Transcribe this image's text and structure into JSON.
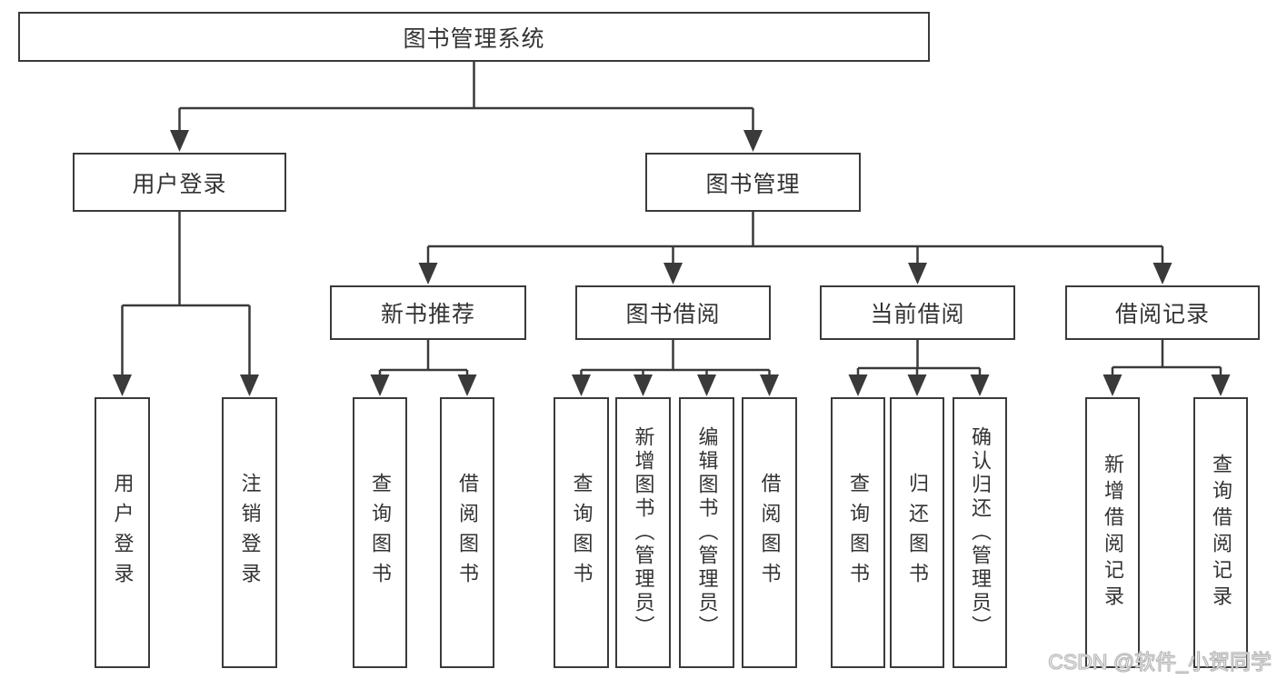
{
  "tree": {
    "label": "图书管理系统",
    "children": [
      {
        "label": "用户登录",
        "children": [
          {
            "label": "用户登录"
          },
          {
            "label": "注销登录"
          }
        ]
      },
      {
        "label": "图书管理",
        "children": [
          {
            "label": "新书推荐",
            "children": [
              {
                "label": "查询图书"
              },
              {
                "label": "借阅图书"
              }
            ]
          },
          {
            "label": "图书借阅",
            "children": [
              {
                "label": "查询图书"
              },
              {
                "label": "新增图书（管理员）"
              },
              {
                "label": "编辑图书（管理员）"
              },
              {
                "label": "借阅图书"
              }
            ]
          },
          {
            "label": "当前借阅",
            "children": [
              {
                "label": "查询图书"
              },
              {
                "label": "归还图书"
              },
              {
                "label": "确认归还（管理员）"
              }
            ]
          },
          {
            "label": "借阅记录",
            "children": [
              {
                "label": "新增借阅记录"
              },
              {
                "label": "查询借阅记录"
              }
            ]
          }
        ]
      }
    ]
  },
  "watermark": {
    "text": "CSDN @软件_小贺同学"
  },
  "style": {
    "line_color": "#3a3a3a",
    "box_border_color": "#3a3a3a",
    "text_color": "#333333",
    "background_color": "#ffffff",
    "watermark_color": "#f2f2f2"
  }
}
